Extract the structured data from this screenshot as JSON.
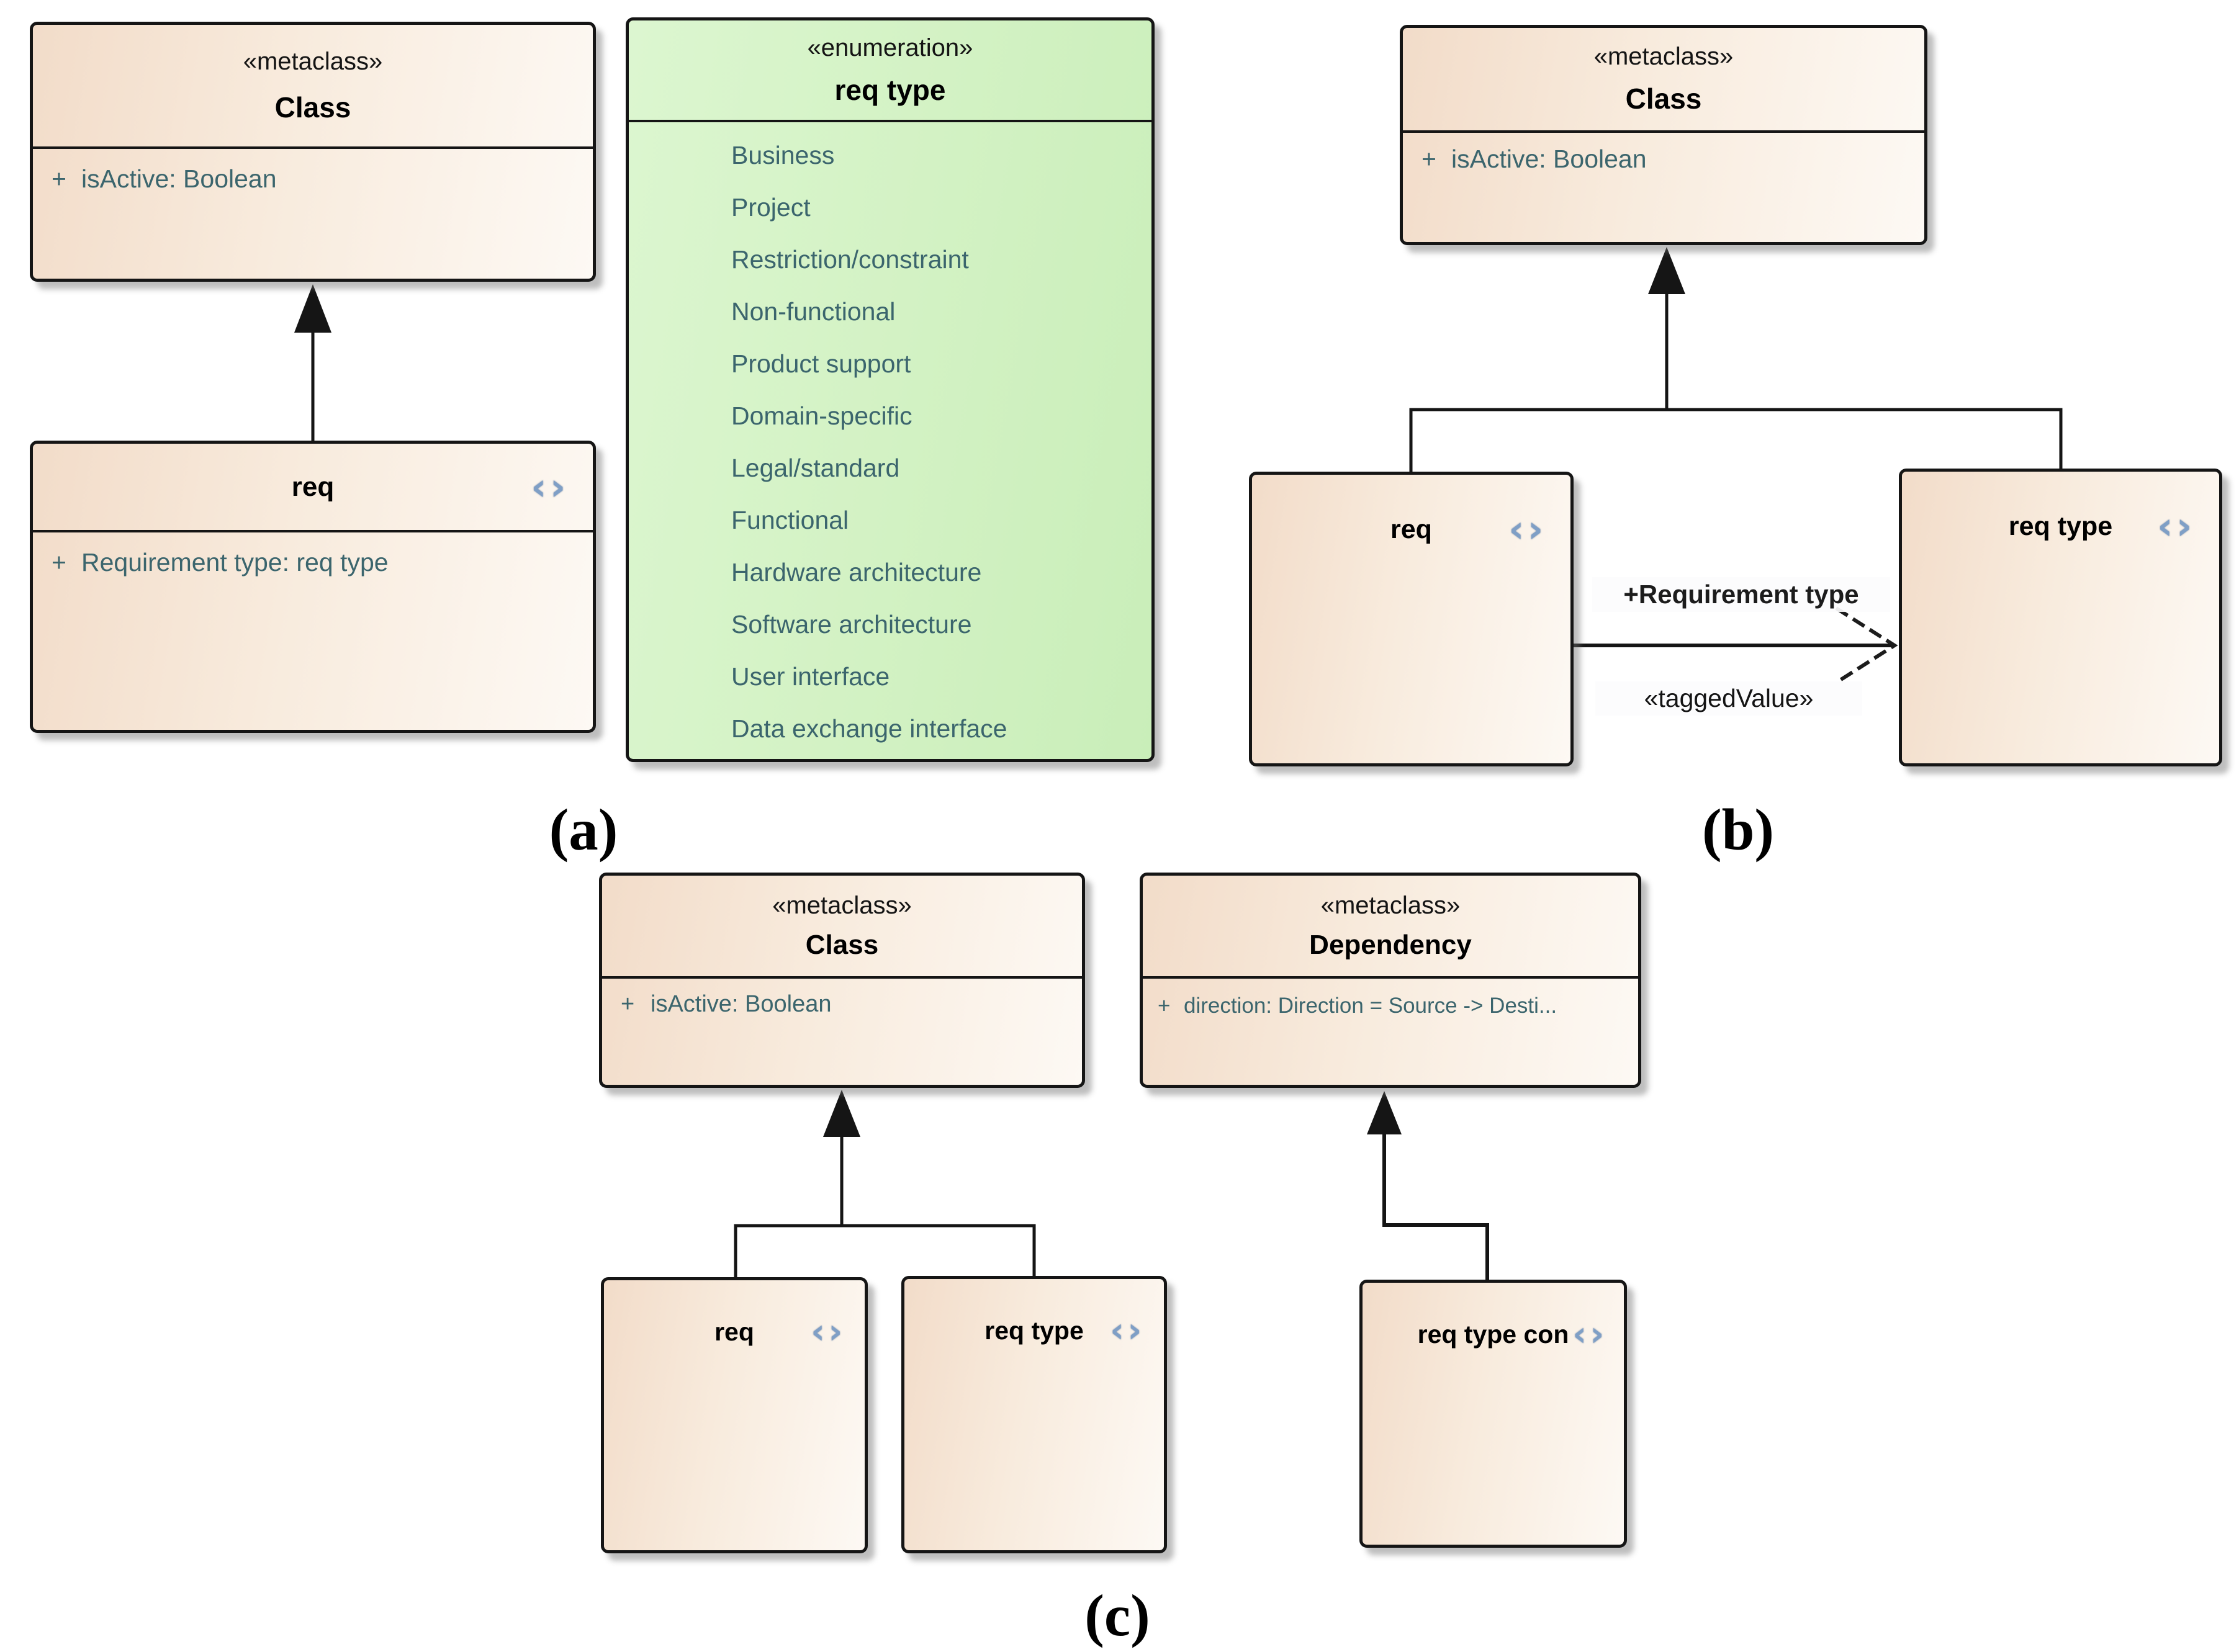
{
  "figure": {
    "captions": {
      "a": "(a)",
      "b": "(b)",
      "c": "(c)"
    }
  },
  "icons": {
    "stereotype_badge": "‹›"
  },
  "colors": {
    "node_fill_dark": "#f2dcc9",
    "node_fill_light": "#fdf9f4",
    "enum_fill_dark": "#c9eeb9",
    "enum_fill_light": "#dcf6d0",
    "border": "#151515",
    "attribute_text": "#3b656d",
    "badge_blue": "#7f9fc6"
  },
  "part_a": {
    "class_box": {
      "stereotype": "«metaclass»",
      "name": "Class",
      "attribute_visibility": "+",
      "attribute": "isActive: Boolean"
    },
    "req_box": {
      "name": "req",
      "attribute_visibility": "+",
      "attribute": "Requirement type: req type"
    },
    "enum_box": {
      "stereotype": "«enumeration»",
      "name": "req type",
      "items": [
        "Business",
        "Project",
        "Restriction/constraint",
        "Non-functional",
        "Product support",
        "Domain-specific",
        "Legal/standard",
        "Functional",
        "Hardware architecture",
        "Software architecture",
        "User interface",
        "Data exchange interface"
      ]
    }
  },
  "part_b": {
    "class_box": {
      "stereotype": "«metaclass»",
      "name": "Class",
      "attribute_visibility": "+",
      "attribute": "isActive: Boolean"
    },
    "req_box": {
      "name": "req"
    },
    "req_type_box": {
      "name": "req type"
    },
    "association": {
      "role_label": "+Requirement type",
      "stereotype_label": "«taggedValue»"
    }
  },
  "part_c": {
    "class_box": {
      "stereotype": "«metaclass»",
      "name": "Class",
      "attribute_visibility": "+",
      "attribute": "isActive: Boolean"
    },
    "dependency_box": {
      "stereotype": "«metaclass»",
      "name": "Dependency",
      "attribute_visibility": "+",
      "attribute": "direction: Direction = Source -> Desti..."
    },
    "req_box": {
      "name": "req"
    },
    "req_type_box": {
      "name": "req type"
    },
    "req_type_con_box": {
      "name": "req type con"
    }
  }
}
